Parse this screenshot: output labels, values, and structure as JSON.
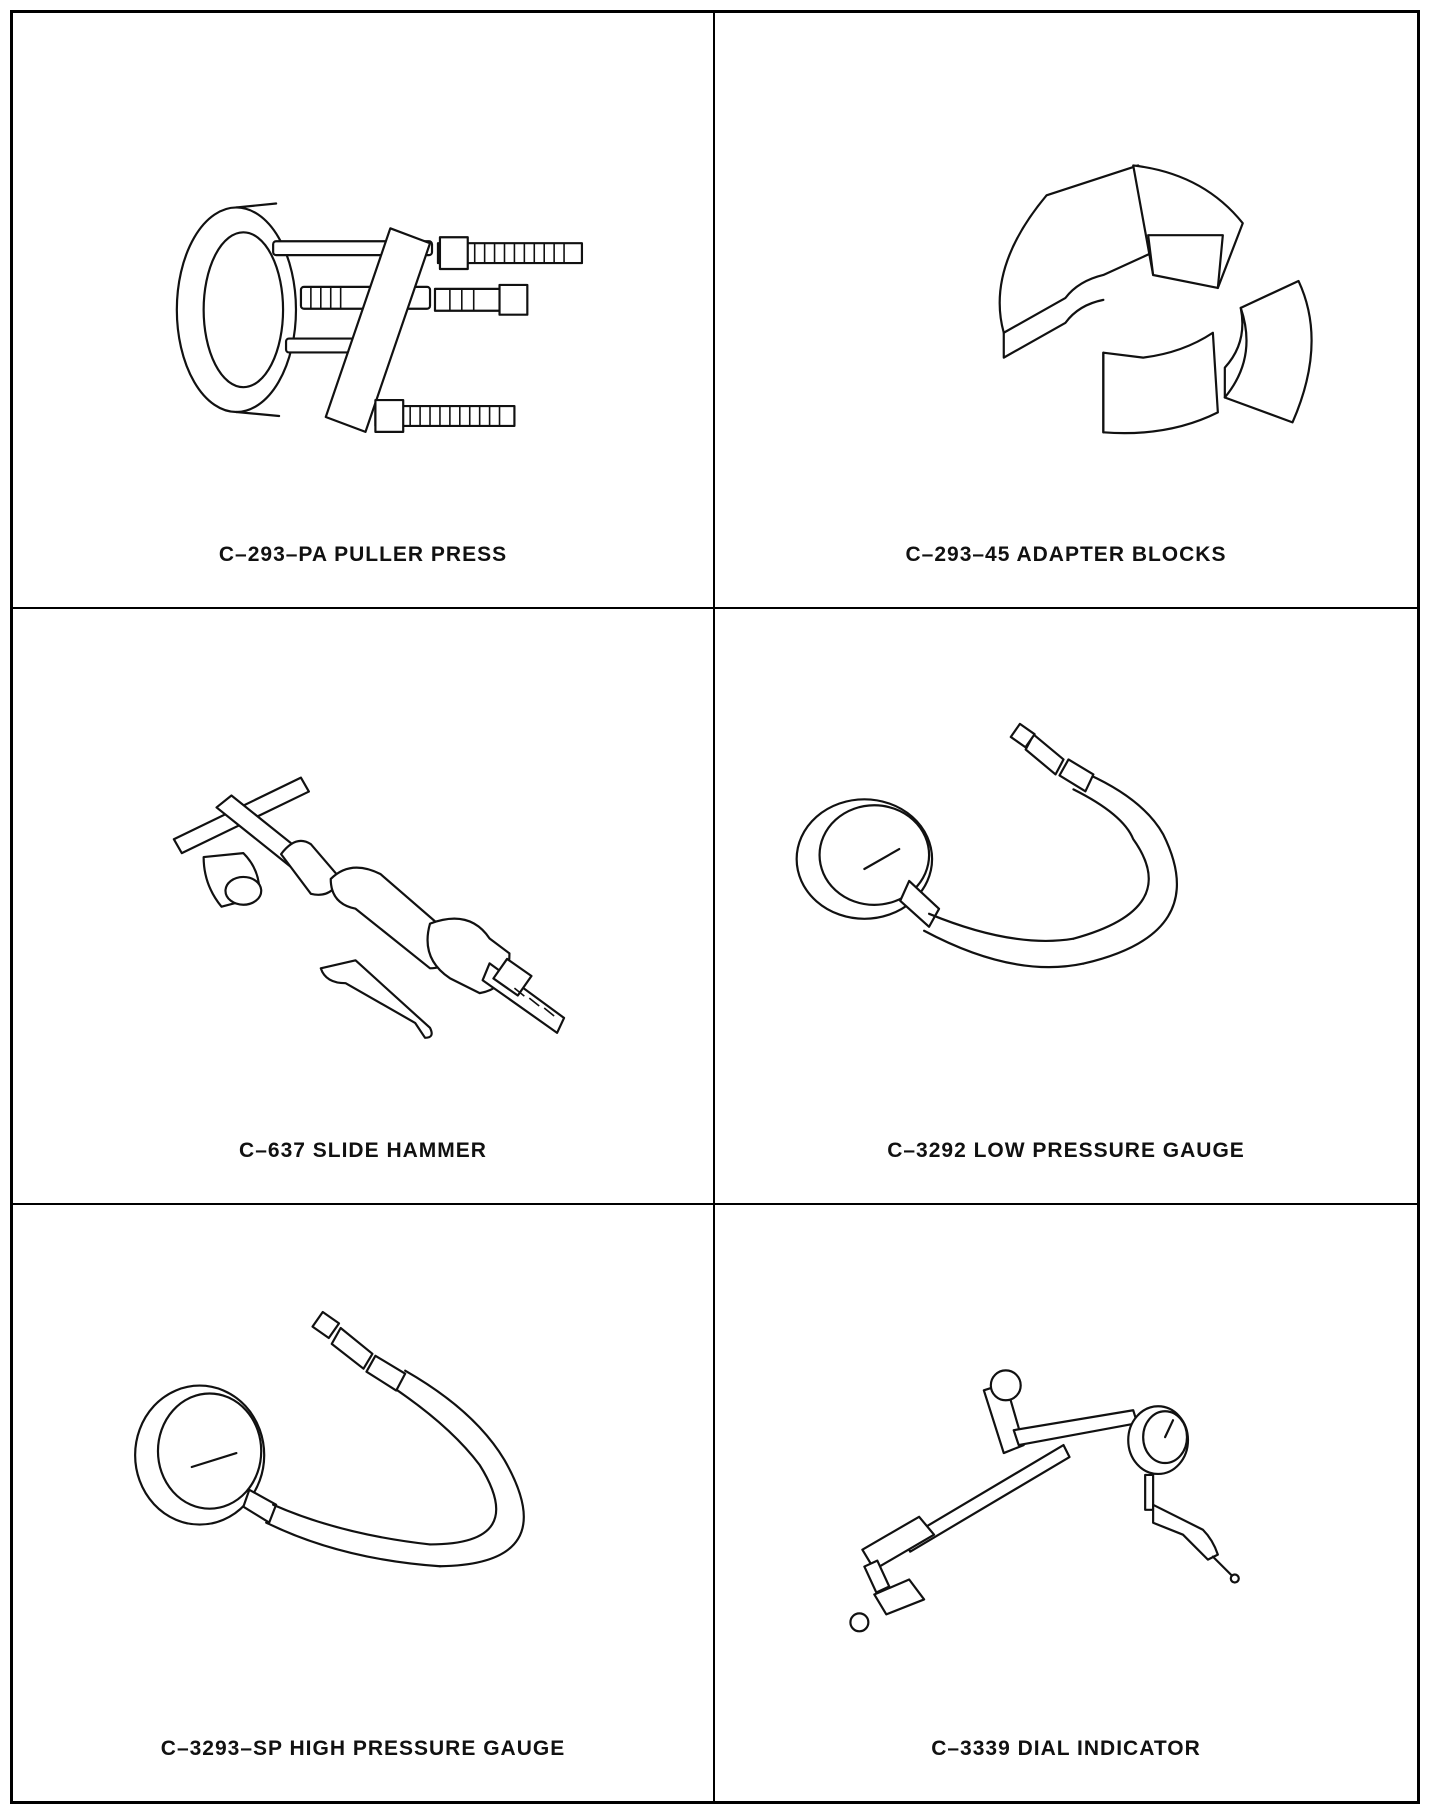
{
  "tools": [
    {
      "label": "C–293–PA  PULLER PRESS"
    },
    {
      "label": "C–293–45  ADAPTER BLOCKS"
    },
    {
      "label": "C–637  SLIDE HAMMER"
    },
    {
      "label": "C–3292  LOW PRESSURE GAUGE"
    },
    {
      "label": "C–3293–SP  HIGH PRESSURE GAUGE"
    },
    {
      "label": "C–3339  DIAL INDICATOR"
    }
  ]
}
